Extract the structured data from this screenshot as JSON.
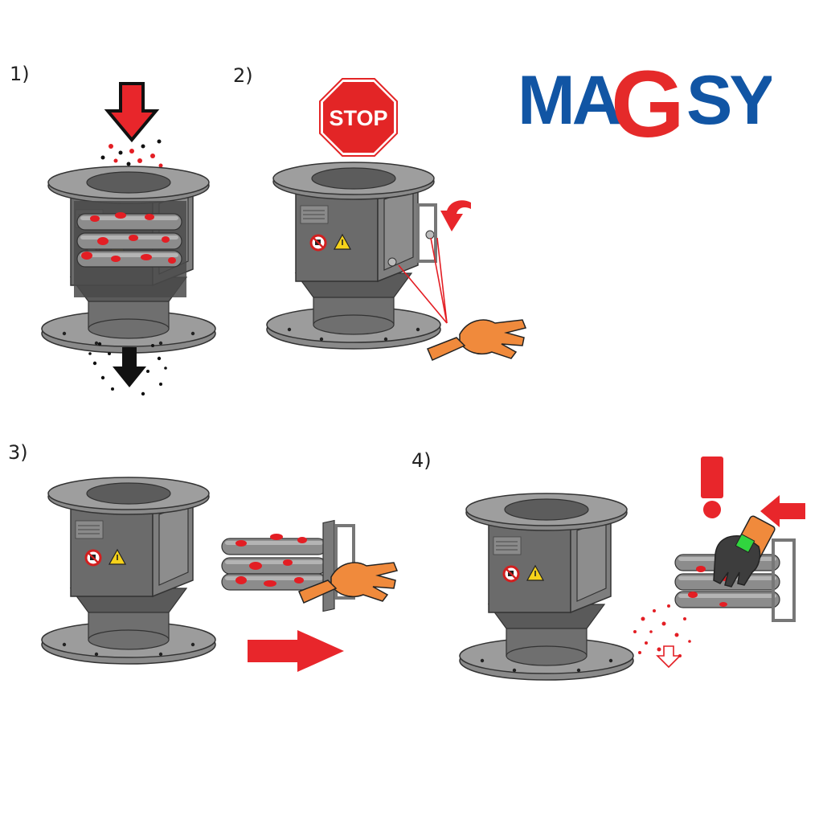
{
  "steps": [
    {
      "number": "1)"
    },
    {
      "number": "2)"
    },
    {
      "number": "3)"
    },
    {
      "number": "4)"
    }
  ],
  "logo": {
    "text_left": "MA",
    "text_mid": "G",
    "text_right": "SY",
    "color_blue": "#1155a4",
    "color_red": "#e52a2a"
  },
  "stop_sign": {
    "text": "STOP",
    "color": "#e32526"
  },
  "colors": {
    "housing": "#6f6f6f",
    "housing_dark": "#4e4e4e",
    "housing_light": "#9a9a9a",
    "flange": "#8a8a8a",
    "contaminant": "#e31e24",
    "arrow_red": "#e8262b",
    "arrow_black": "#111111",
    "glove": "#f08a3c",
    "glove_dark": "#3d3d3d",
    "glove_patch": "#31d43f"
  },
  "icons": [
    "down-arrow-icon",
    "stop-sign-icon",
    "curved-arrow-icon",
    "hand-icon",
    "glove-icon",
    "exclamation-icon",
    "warning-triangle-icon",
    "no-entry-icon"
  ]
}
